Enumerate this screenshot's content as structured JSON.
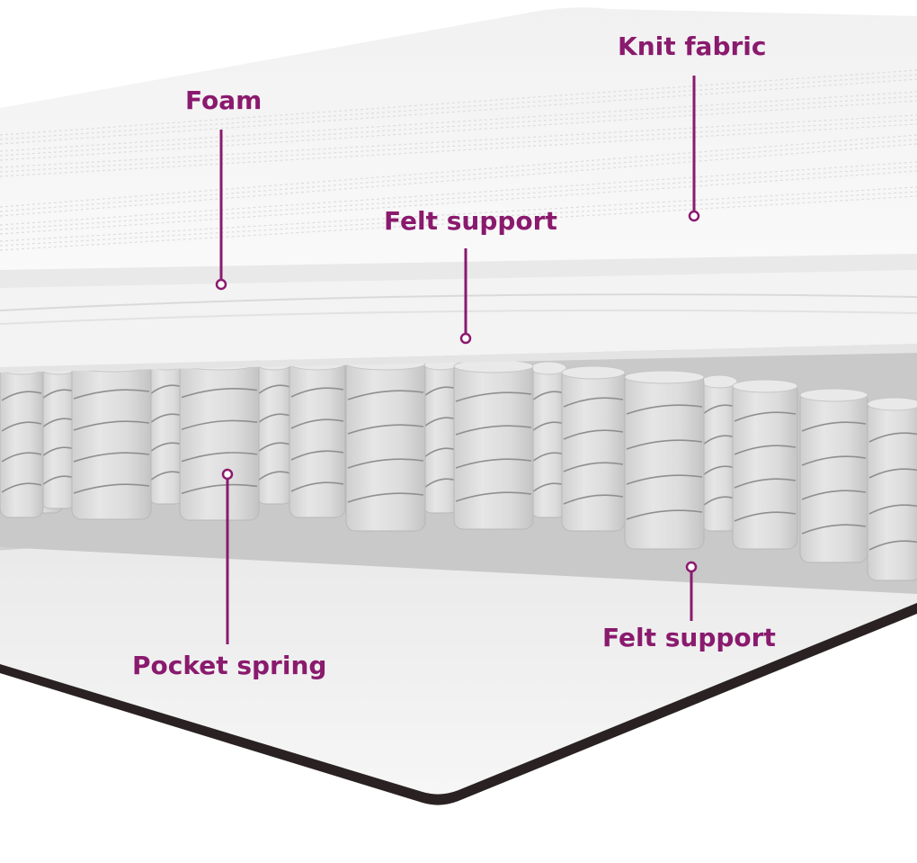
{
  "labels": {
    "knit_fabric": "Knit fabric",
    "foam": "Foam",
    "felt_support_top": "Felt support",
    "pocket_spring": "Pocket spring",
    "felt_support_bottom": "Felt support"
  },
  "colors": {
    "accent": "#8a1a6e",
    "mattress_top": "#f7f7f7",
    "spring": "#dedede",
    "base_edge": "#2a2222"
  }
}
